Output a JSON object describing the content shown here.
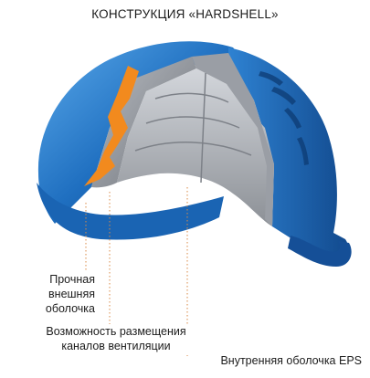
{
  "title": "КОНСТРУКЦИЯ «HARDSHELL»",
  "labels": {
    "outer_shell_line1": "Прочная",
    "outer_shell_line2": "внешняя",
    "outer_shell_line3": "оболочка",
    "vent_line1": "Возможность размещения",
    "vent_line2": "каналов вентиляции",
    "inner_eps": "Внутренняя оболочка EPS"
  },
  "colors": {
    "shell_blue": "#1f6fc0",
    "shell_light": "#4fa0e4",
    "shell_dark": "#103f7a",
    "eps_grey": "#8f939a",
    "eps_light": "#c9cdd3",
    "vent_orange": "#f28a1e",
    "leader_orange": "#e08a3a"
  }
}
